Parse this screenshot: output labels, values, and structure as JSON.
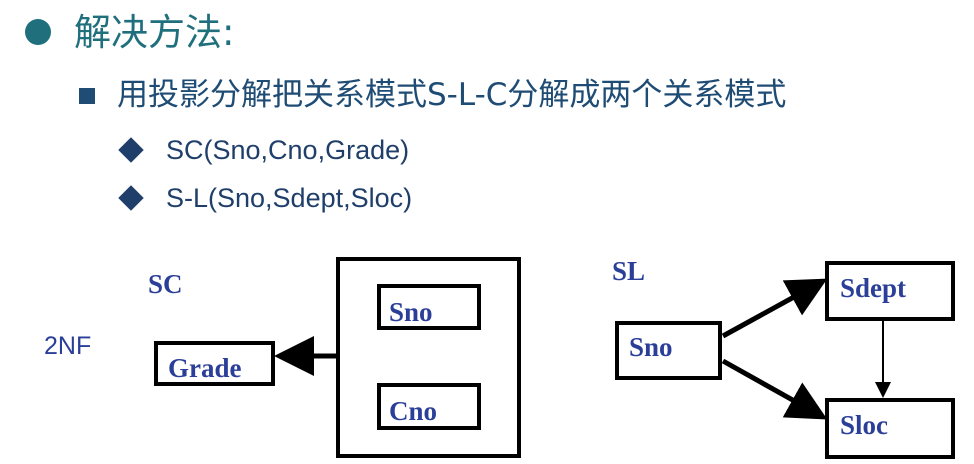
{
  "outline": {
    "level1": "解决方法:",
    "level2": "用投影分解把关系模式S-L-C分解成两个关系模式",
    "level3": [
      "SC(Sno,Cno,Grade)",
      "S-L(Sno,Sdept,Sloc)"
    ]
  },
  "diagram": {
    "left": {
      "title": "SC",
      "side_label": "2NF",
      "grade": "Grade",
      "sno": "Sno",
      "cno": "Cno"
    },
    "right": {
      "title": "SL",
      "sno": "Sno",
      "sdept": "Sdept",
      "sloc": "Sloc"
    }
  },
  "colors": {
    "teal": "#1f6f7d",
    "navy": "#1f4c74",
    "blue": "#2b3f99",
    "black": "#000000"
  }
}
